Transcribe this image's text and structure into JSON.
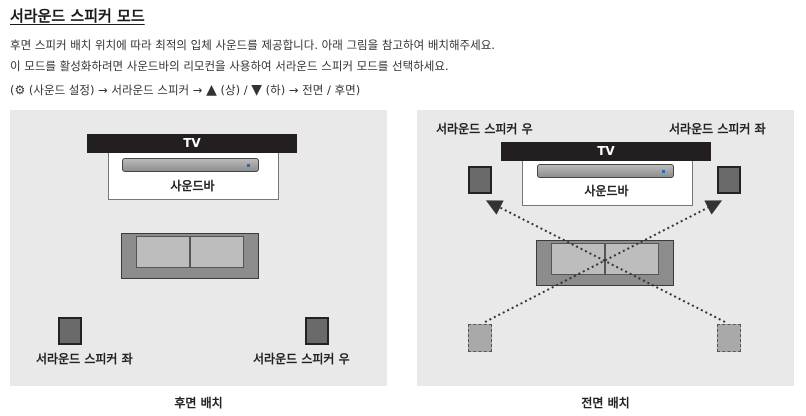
{
  "title": "서라운드 스피커 모드",
  "description": {
    "line1": "후면 스피커 배치 위치에 따라 최적의 입체 사운드를 제공합니다. 아래 그림을 참고하여 배치해주세요.",
    "line2": "이 모드를 활성화하려면 사운드바의 리모컨을 사용하여 서라운드 스피커 모드를 선택하세요.",
    "path_open": "(",
    "path_settings": " (사운드 설정) → 서라운드 스피커 → ",
    "path_up": " (상) / ",
    "path_down": " (하) → 전면 / 후면)"
  },
  "icons": {
    "settings": "gear-icon",
    "up": "triangle-up-icon",
    "down": "triangle-down-icon"
  },
  "rear_layout": {
    "tv_label": "TV",
    "soundbar_label": "사운드바",
    "speaker_left": "서라운드 스피커 좌",
    "speaker_right": "서라운드 스피커 우",
    "caption": "후면 배치"
  },
  "front_layout": {
    "tv_label": "TV",
    "soundbar_label": "사운드바",
    "speaker_right_top": "서라운드 스피커 우",
    "speaker_left_top": "서라운드 스피커 좌",
    "caption": "전면 배치"
  },
  "colors": {
    "panel": "#e9e9e9",
    "tv": "#231f20",
    "speaker": "#6a6a6a"
  }
}
